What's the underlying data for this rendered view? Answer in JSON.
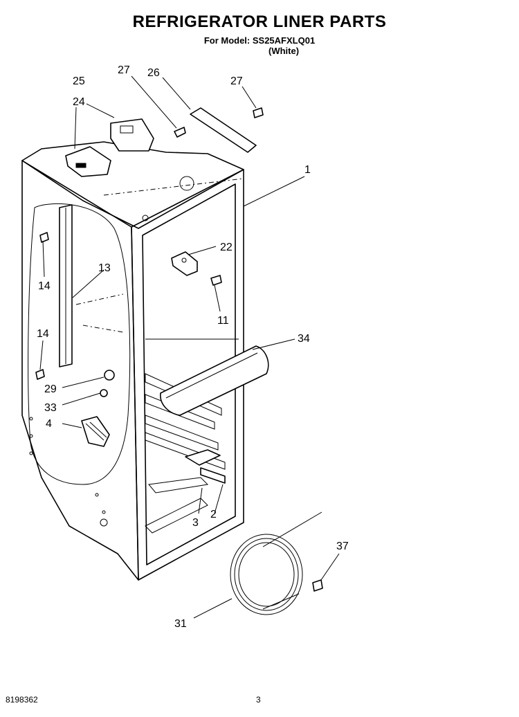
{
  "header": {
    "title": "REFRIGERATOR LINER PARTS",
    "model_line": "For Model: SS25AFXLQ01",
    "color": "(White)"
  },
  "footer": {
    "doc_number": "8198362",
    "page_number": "3"
  },
  "callouts": {
    "c1": "1",
    "c2": "2",
    "c3": "3",
    "c4": "4",
    "c11": "11",
    "c13": "13",
    "c14a": "14",
    "c14b": "14",
    "c22": "22",
    "c24": "24",
    "c25": "25",
    "c26": "26",
    "c27a": "27",
    "c27b": "27",
    "c29": "29",
    "c31": "31",
    "c33": "33",
    "c34": "34",
    "c37": "37"
  }
}
